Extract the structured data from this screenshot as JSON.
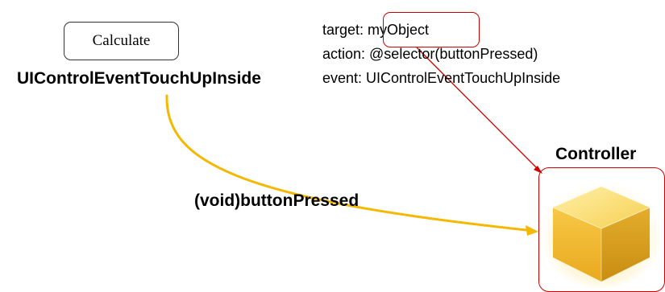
{
  "button": {
    "label": "Calculate"
  },
  "event_label": "UIControlEventTouchUpInside",
  "info": {
    "target_prefix": "target: ",
    "target_value": "myObject",
    "action": "action: @selector(buttonPressed)",
    "event": "event: UIControlEventTouchUpInside"
  },
  "controller": {
    "label": "Controller",
    "icon": "cube-icon"
  },
  "method_label": "(void)buttonPressed",
  "colors": {
    "arrow_yellow": "#f5b800",
    "highlight_red": "#d10000",
    "cube_top": "#fde582",
    "cube_left": "#f3c13a",
    "cube_right": "#d9a21e"
  }
}
